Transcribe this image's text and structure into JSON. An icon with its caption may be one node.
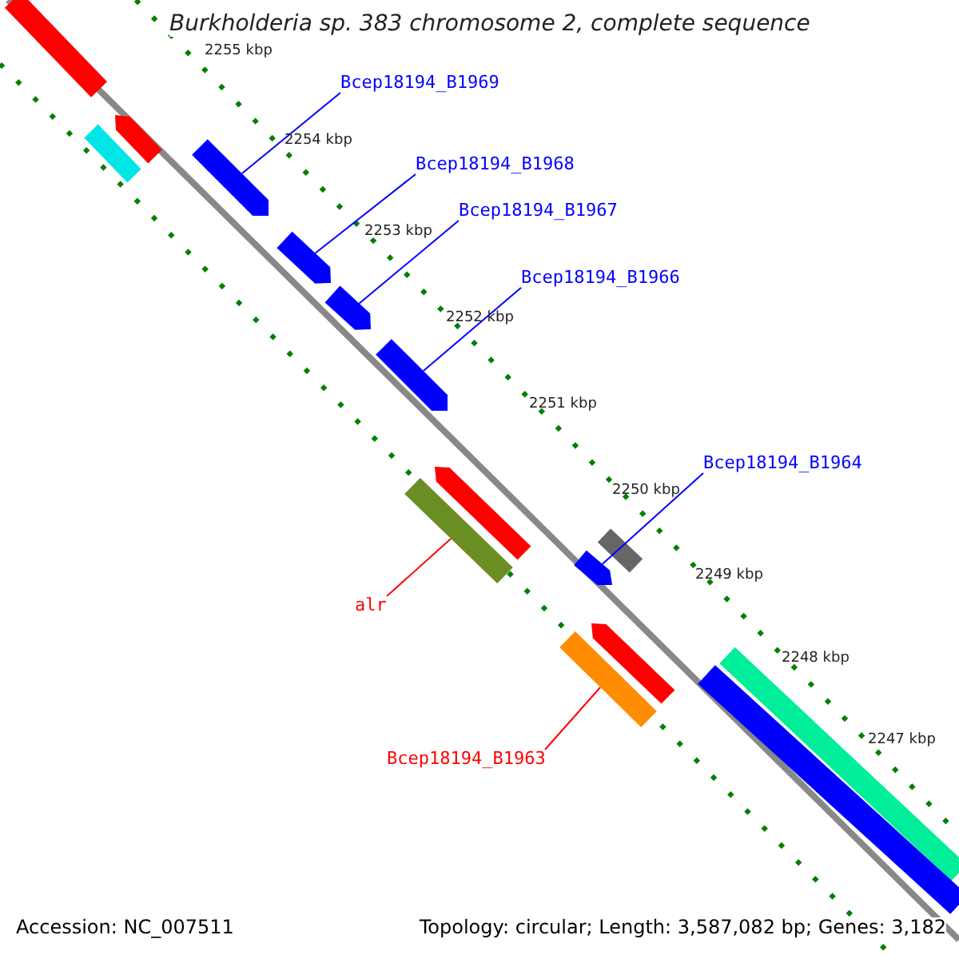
{
  "diagram": {
    "title": "Burkholderia sp. 383 chromosome 2, complete sequence",
    "nodes": [
      {
        "text": [
          "Bcep18194_B1969"
        ]
      },
      {
        "text": [],
        "shape": "bar"
      },
      {
        "text": [
          "Bcep18194_B1968"
        ]
      },
      {
        "text": [],
        "shape": "bar"
      },
      {
        "text": [
          "Bcep18194_B1967"
        ]
      },
      {
        "text": [],
        "shape": "bar"
      },
      {
        "text": [
          "Bcep18194_B1966"
        ]
      },
      {
        "text": [],
        "shape": "bar"
      },
      {
        "text": [
          "Bcep18194_B1964"
        ]
      },
      {
        "text": [],
        "shape": "bar"
      },
      {
        "text": [
          "alr"
        ]
      },
      {
        "text": [],
        "shape": "bar"
      },
      {
        "text": [
          "Bcep18194_B1963"
        ]
      },
      {
        "text": [],
        "shape": "bar"
      }
    ],
    "edges": [
      {
        "from": 0,
        "to": 1,
        "arrow": "none"
      },
      {
        "from": 2,
        "to": 3,
        "arrow": "none"
      },
      {
        "from": 4,
        "to": 5,
        "arrow": "none"
      },
      {
        "from": 6,
        "to": 7,
        "arrow": "none"
      },
      {
        "from": 8,
        "to": 9,
        "arrow": "none"
      },
      {
        "from": 10,
        "to": 11,
        "arrow": "none",
        "color": "#ff0000"
      },
      {
        "from": 12,
        "to": 13,
        "arrow": "none",
        "color": "#ff0000"
      }
    ],
    "labels": [
      "2255 kbp",
      "2254 kbp",
      "2253 kbp",
      "2252 kbp",
      "2251 kbp",
      "2250 kbp",
      "2249 kbp",
      "2248 kbp",
      "2247 kbp",
      "Accession: NC_007511",
      "Topology: circular; Length: 3,587,082 bp; Genes: 3,182"
    ]
  }
}
